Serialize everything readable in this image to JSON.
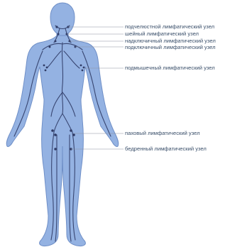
{
  "colors": {
    "body_fill": "#94b2e2",
    "body_outline": "#6f8fc7",
    "vessel": "#2f3b66",
    "leader": "#8a8fa0",
    "label_text": "#3a4f6a"
  },
  "labels": {
    "submandibular": "подчелюстной лимфатический узел",
    "cervical": "шейный лимфатический узел",
    "supraclavicular": "надключичный лимфатический узел",
    "subclavian": "подключичный лимфатический узел",
    "axillary": "подмышечный лимфатический узел",
    "inguinal": "паховый лимфатический узел",
    "femoral": "бедренный лимфатический узел"
  }
}
